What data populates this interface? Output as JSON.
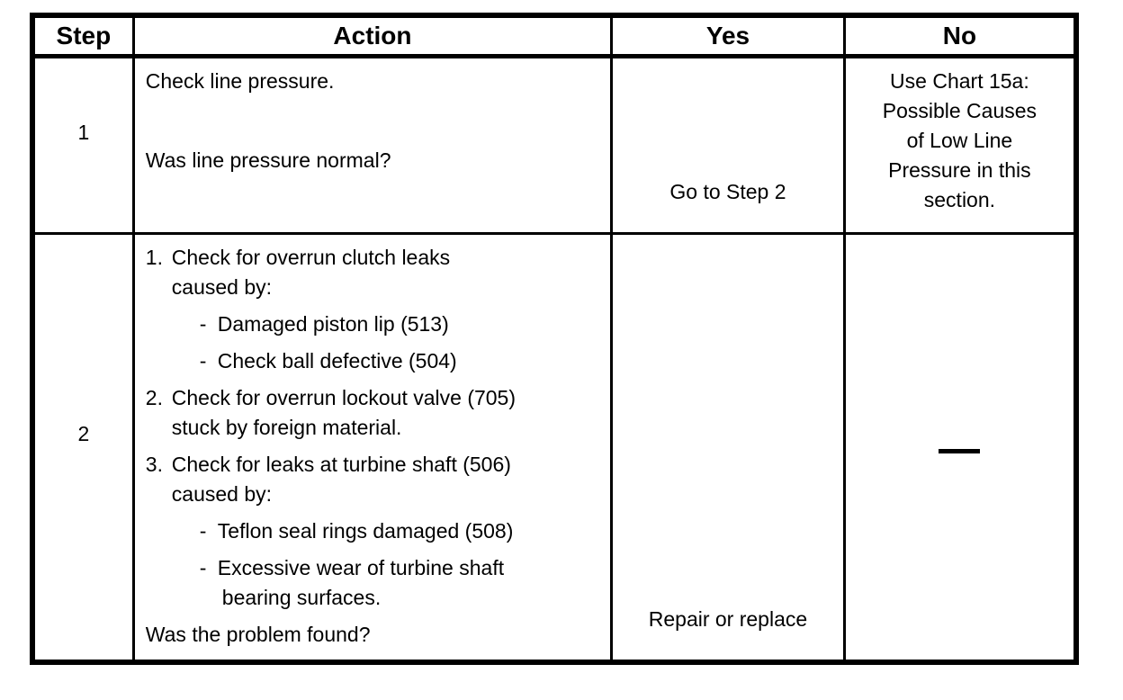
{
  "page": {
    "background_color": "#ffffff",
    "line_color": "#000000",
    "text_color": "#000000"
  },
  "table": {
    "headers": {
      "step": "Step",
      "action": "Action",
      "yes": "Yes",
      "no": "No"
    },
    "rows": [
      {
        "step": "1",
        "action": {
          "instruction": "Check line pressure.",
          "question": "Was line pressure normal?"
        },
        "yes": "Go to Step 2",
        "no_lines": [
          "Use Chart 15a:",
          "Possible Causes",
          "of Low Line",
          "Pressure in this",
          "section."
        ]
      },
      {
        "step": "2",
        "action": {
          "items": [
            {
              "marker": "1.",
              "line1": "Check for overrun clutch leaks",
              "line2": "caused by:"
            },
            {
              "marker": "-",
              "line1": "Damaged piston lip (513)"
            },
            {
              "marker": "-",
              "line1": "Check ball defective (504)"
            },
            {
              "marker": "2.",
              "line1": "Check for overrun lockout valve (705)",
              "line2": "stuck by foreign material."
            },
            {
              "marker": "3.",
              "line1": "Check for leaks at turbine shaft (506)",
              "line2": "caused by:"
            },
            {
              "marker": "-",
              "line1": "Teflon seal rings damaged (508)"
            },
            {
              "marker": "-",
              "line1": "Excessive wear of turbine shaft",
              "line2": "bearing surfaces."
            }
          ],
          "question": "Was the problem found?"
        },
        "yes": "Repair or replace",
        "no": "—"
      }
    ]
  }
}
